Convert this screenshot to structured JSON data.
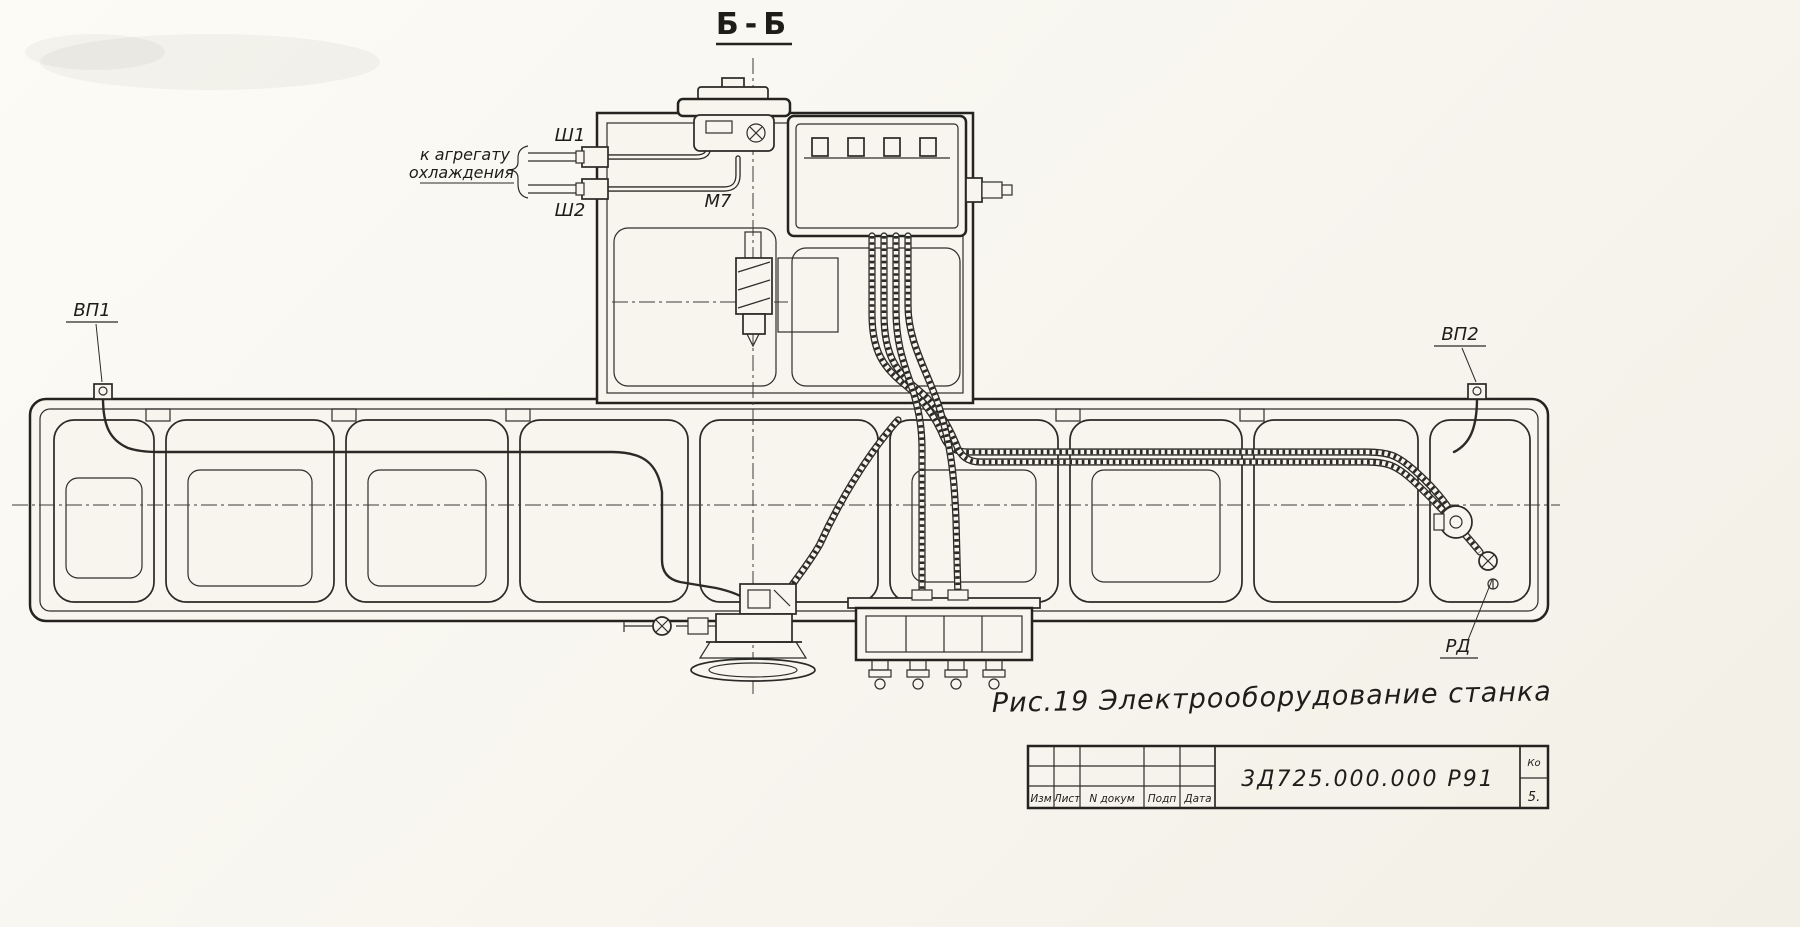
{
  "colors": {
    "ink": "#2a2926",
    "paper": "#f7f5ee"
  },
  "header": {
    "section_label": "Б-Б"
  },
  "ann": {
    "cooling_line1": "к агрегату",
    "cooling_line2": "охлаждения",
    "sh1": "Ш1",
    "sh2": "Ш2",
    "m7": "М7",
    "vp1": "ВП1",
    "vp2": "ВП2",
    "rd": "РД"
  },
  "caption": "Рис.19  Электрооборудование  станка",
  "title_block": {
    "doc_number": "3Д725.000.000 Р91",
    "cols": [
      "Изм",
      "Лист",
      "N докум",
      "Подп",
      "Дата"
    ],
    "corner_top": "Ко",
    "corner_bottom": "5."
  }
}
